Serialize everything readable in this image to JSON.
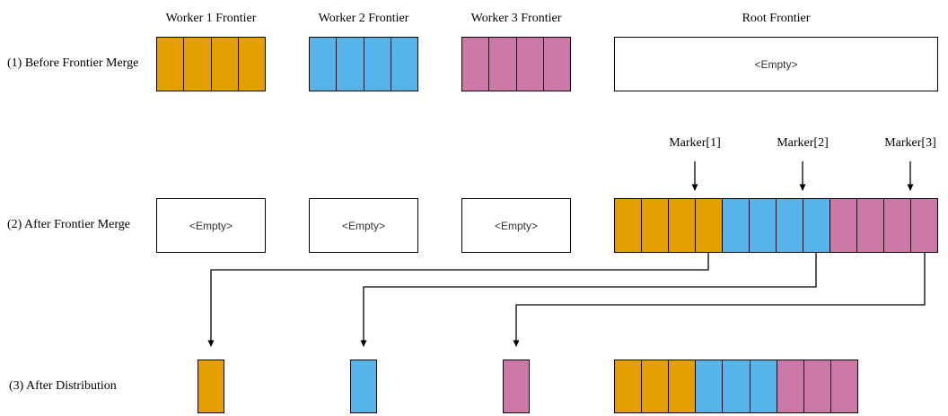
{
  "colors": {
    "worker1": "#E69F00",
    "worker2": "#56B4E9",
    "worker3": "#CC79A7"
  },
  "markers": [
    "Marker[1]",
    "Marker[2]",
    "Marker[3]"
  ],
  "rows": [
    {
      "label": "(1) Before Frontier Merge",
      "titles": [
        "Worker 1 Frontier",
        "Worker 2 Frontier",
        "Worker 3 Frontier",
        "Root Frontier"
      ],
      "boxes": [
        {
          "name": "worker1-frontier",
          "segments": [
            {
              "color_key": "worker1",
              "count": 4
            }
          ]
        },
        {
          "name": "worker2-frontier",
          "segments": [
            {
              "color_key": "worker2",
              "count": 4
            }
          ]
        },
        {
          "name": "worker3-frontier",
          "segments": [
            {
              "color_key": "worker3",
              "count": 4
            }
          ]
        },
        {
          "name": "root-frontier",
          "text": "<Empty>"
        }
      ]
    },
    {
      "label": "(2) After Frontier Merge",
      "boxes": [
        {
          "name": "worker1-frontier",
          "text": "<Empty>"
        },
        {
          "name": "worker2-frontier",
          "text": "<Empty>"
        },
        {
          "name": "worker3-frontier",
          "text": "<Empty>"
        },
        {
          "name": "root-frontier",
          "segments": [
            {
              "color_key": "worker1",
              "count": 4
            },
            {
              "color_key": "worker2",
              "count": 4
            },
            {
              "color_key": "worker3",
              "count": 4
            }
          ]
        }
      ]
    },
    {
      "label": "(3) After Distribution",
      "boxes": [
        {
          "name": "worker1-frontier",
          "segments": [
            {
              "color_key": "worker1",
              "count": 1
            }
          ]
        },
        {
          "name": "worker2-frontier",
          "segments": [
            {
              "color_key": "worker2",
              "count": 1
            }
          ]
        },
        {
          "name": "worker3-frontier",
          "segments": [
            {
              "color_key": "worker3",
              "count": 1
            }
          ]
        },
        {
          "name": "root-frontier",
          "segments": [
            {
              "color_key": "worker1",
              "count": 3
            },
            {
              "color_key": "worker2",
              "count": 3
            },
            {
              "color_key": "worker3",
              "count": 3
            }
          ]
        }
      ]
    }
  ]
}
